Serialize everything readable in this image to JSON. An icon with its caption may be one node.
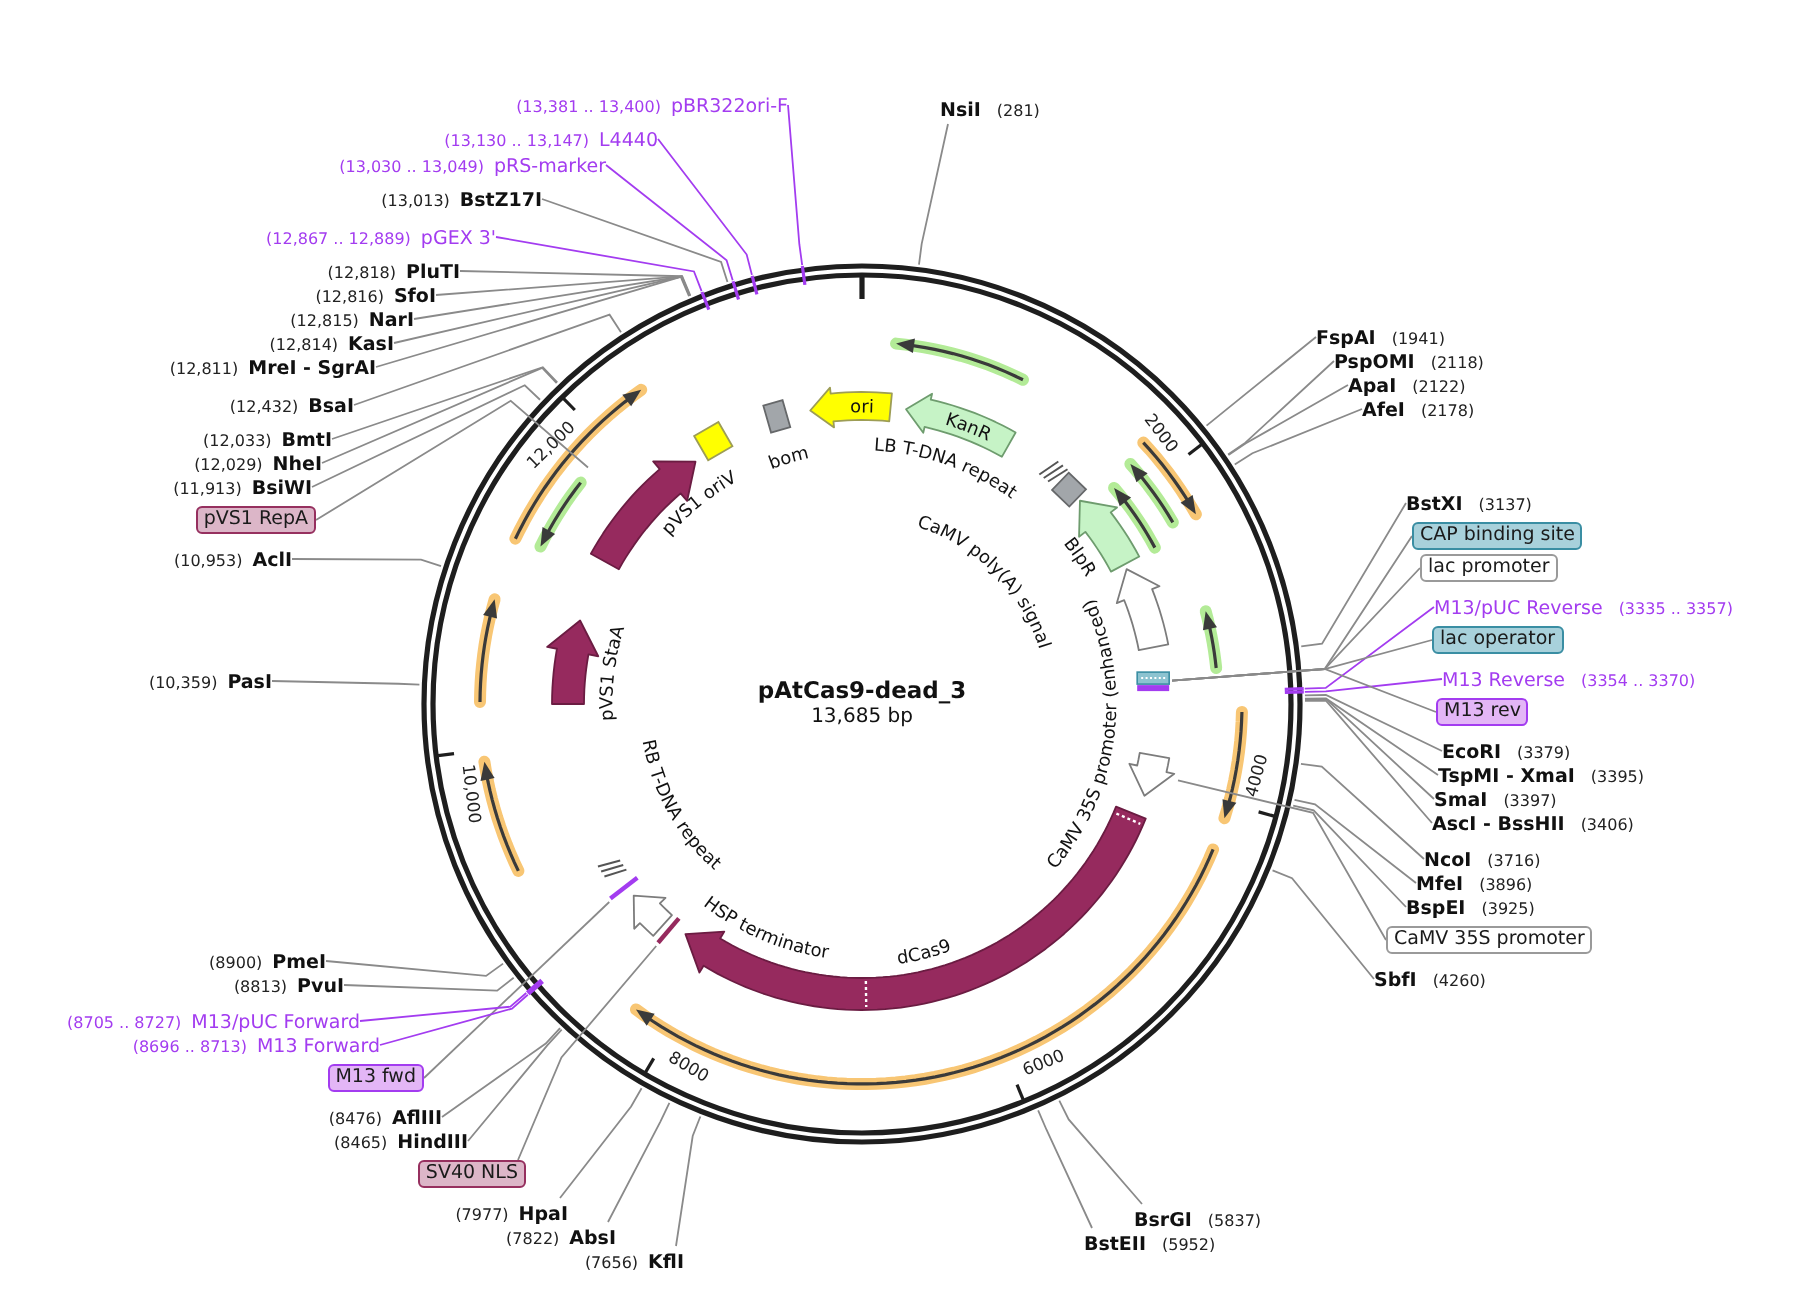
{
  "diagram": {
    "title": "pAtCas9-dead_3",
    "nodes": [
      {
        "text": [
          "NsiI",
          "(281)"
        ]
      },
      {
        "text": [
          "FspAI",
          "(1941)"
        ]
      },
      {
        "text": [
          "PspOMI",
          "(2118)"
        ]
      },
      {
        "text": [
          "ApaI",
          "(2122)"
        ]
      },
      {
        "text": [
          "AfeI",
          "(2178)"
        ]
      },
      {
        "text": [
          "BstXI",
          "(3137)"
        ]
      },
      {
        "text": [
          "CAP binding site"
        ]
      },
      {
        "text": [
          "lac promoter"
        ]
      },
      {
        "text": [
          "M13/pUC Reverse",
          "(3335 .. 3357)"
        ]
      },
      {
        "text": [
          "lac operator"
        ]
      },
      {
        "text": [
          "M13 Reverse",
          "(3354 .. 3370)"
        ]
      },
      {
        "text": [
          "M13 rev"
        ]
      },
      {
        "text": [
          "EcoRI",
          "(3379)"
        ]
      },
      {
        "text": [
          "TspMI - XmaI",
          "(3395)"
        ]
      },
      {
        "text": [
          "SmaI",
          "(3397)"
        ]
      },
      {
        "text": [
          "AscI - BssHII",
          "(3406)"
        ]
      },
      {
        "text": [
          "NcoI",
          "(3716)"
        ]
      },
      {
        "text": [
          "MfeI",
          "(3896)"
        ]
      },
      {
        "text": [
          "BspEI",
          "(3925)"
        ]
      },
      {
        "text": [
          "CaMV 35S promoter"
        ]
      },
      {
        "text": [
          "SbfI",
          "(4260)"
        ]
      },
      {
        "text": [
          "BsrGI",
          "(5837)"
        ]
      },
      {
        "text": [
          "BstEII",
          "(5952)"
        ]
      },
      {
        "text": [
          "(7656)",
          "KflI"
        ]
      },
      {
        "text": [
          "(7822)",
          "AbsI"
        ]
      },
      {
        "text": [
          "(7977)",
          "HpaI"
        ]
      },
      {
        "text": [
          "SV40 NLS"
        ]
      },
      {
        "text": [
          "(8465)",
          "HindIII"
        ]
      },
      {
        "text": [
          "(8476)",
          "AflIII"
        ]
      },
      {
        "text": [
          "M13 fwd"
        ]
      },
      {
        "text": [
          "(8696 .. 8713)",
          "M13 Forward"
        ]
      },
      {
        "text": [
          "(8705 .. 8727)",
          "M13/pUC Forward"
        ]
      },
      {
        "text": [
          "(8813)",
          "PvuI"
        ]
      },
      {
        "text": [
          "(8900)",
          "PmeI"
        ]
      },
      {
        "text": [
          "(10,359)",
          "PasI"
        ]
      },
      {
        "text": [
          "(10,953)",
          "AclI"
        ]
      },
      {
        "text": [
          "pVS1 RepA"
        ]
      },
      {
        "text": [
          "(11,913)",
          "BsiWI"
        ]
      },
      {
        "text": [
          "(12,029)",
          "NheI"
        ]
      },
      {
        "text": [
          "(12,033)",
          "BmtI"
        ]
      },
      {
        "text": [
          "(12,432)",
          "BsaI"
        ]
      },
      {
        "text": [
          "(12,811)",
          "MreI - SgrAI"
        ]
      },
      {
        "text": [
          "(12,814)",
          "KasI"
        ]
      },
      {
        "text": [
          "(12,815)",
          "NarI"
        ]
      },
      {
        "text": [
          "(12,816)",
          "SfoI"
        ]
      },
      {
        "text": [
          "(12,818)",
          "PluTI"
        ]
      },
      {
        "text": [
          "(12,867 .. 12,889)",
          "pGEX 3'"
        ]
      },
      {
        "text": [
          "(13,013)",
          "BstZ17I"
        ]
      },
      {
        "text": [
          "(13,030 .. 13,049)",
          "pRS-marker"
        ]
      },
      {
        "text": [
          "(13,130 .. 13,147)",
          "L4440"
        ]
      },
      {
        "text": [
          "(13,381 .. 13,400)",
          "pBR322ori-F"
        ]
      },
      {
        "text": [
          "ori"
        ]
      },
      {
        "text": [
          "KanR"
        ]
      },
      {
        "text": [
          "LB T-DNA repeat"
        ]
      },
      {
        "text": [
          "CaMV poly(A) signal"
        ]
      },
      {
        "text": [
          "BlpR"
        ]
      },
      {
        "text": [
          "CaMV 35S promoter (enhanced)"
        ]
      },
      {
        "text": [],
        "shape": "box"
      },
      {
        "text": [],
        "shape": "arrow"
      },
      {
        "text": [
          "dCas9"
        ]
      },
      {
        "text": [],
        "shape": "bar"
      },
      {
        "text": [
          "HSP terminator"
        ]
      },
      {
        "text": [],
        "shape": "bar"
      },
      {
        "text": [
          "RB T-DNA repeat"
        ]
      },
      {
        "text": [
          "pVS1 StaA"
        ]
      },
      {
        "text": [],
        "shape": "arrow"
      },
      {
        "text": [
          "pVS1 oriV"
        ]
      },
      {
        "text": [
          "bom"
        ]
      }
    ],
    "edges": [
      {
        "from": 0,
        "to": null,
        "arrow": "none"
      },
      {
        "from": 1,
        "to": null,
        "arrow": "none"
      },
      {
        "from": 2,
        "to": null,
        "arrow": "none"
      },
      {
        "from": 3,
        "to": null,
        "arrow": "none"
      },
      {
        "from": 4,
        "to": null,
        "arrow": "none"
      },
      {
        "from": 5,
        "to": null,
        "arrow": "none"
      },
      {
        "from": 6,
        "to": 57,
        "arrow": "none"
      },
      {
        "from": 7,
        "to": 57,
        "arrow": "none"
      },
      {
        "from": 8,
        "to": null,
        "arrow": "none",
        "color": "#a33cf0"
      },
      {
        "from": 9,
        "to": 57,
        "arrow": "none"
      },
      {
        "from": 10,
        "to": null,
        "arrow": "none",
        "color": "#a33cf0"
      },
      {
        "from": 11,
        "to": 57,
        "arrow": "none"
      },
      {
        "from": 12,
        "to": null,
        "arrow": "none"
      },
      {
        "from": 13,
        "to": null,
        "arrow": "none"
      },
      {
        "from": 14,
        "to": null,
        "arrow": "none"
      },
      {
        "from": 15,
        "to": null,
        "arrow": "none"
      },
      {
        "from": 16,
        "to": null,
        "arrow": "none"
      },
      {
        "from": 17,
        "to": null,
        "arrow": "none"
      },
      {
        "from": 18,
        "to": null,
        "arrow": "none"
      },
      {
        "from": 19,
        "to": 58,
        "arrow": "none"
      },
      {
        "from": 20,
        "to": null,
        "arrow": "none"
      },
      {
        "from": 21,
        "to": null,
        "arrow": "none"
      },
      {
        "from": 22,
        "to": null,
        "arrow": "none"
      },
      {
        "from": 23,
        "to": null,
        "arrow": "none"
      },
      {
        "from": 24,
        "to": null,
        "arrow": "none"
      },
      {
        "from": 25,
        "to": null,
        "arrow": "none"
      },
      {
        "from": 26,
        "to": 60,
        "arrow": "none"
      },
      {
        "from": 27,
        "to": null,
        "arrow": "none"
      },
      {
        "from": 28,
        "to": null,
        "arrow": "none"
      },
      {
        "from": 29,
        "to": 62,
        "arrow": "none"
      },
      {
        "from": 30,
        "to": null,
        "arrow": "none",
        "color": "#a33cf0"
      },
      {
        "from": 31,
        "to": null,
        "arrow": "none",
        "color": "#a33cf0"
      },
      {
        "from": 32,
        "to": null,
        "arrow": "none"
      },
      {
        "from": 33,
        "to": null,
        "arrow": "none"
      },
      {
        "from": 34,
        "to": null,
        "arrow": "none"
      },
      {
        "from": 35,
        "to": null,
        "arrow": "none"
      },
      {
        "from": 36,
        "to": 65,
        "arrow": "none"
      },
      {
        "from": 37,
        "to": null,
        "arrow": "none"
      },
      {
        "from": 38,
        "to": null,
        "arrow": "none"
      },
      {
        "from": 39,
        "to": null,
        "arrow": "none"
      },
      {
        "from": 40,
        "to": null,
        "arrow": "none"
      },
      {
        "from": 41,
        "to": null,
        "arrow": "none"
      },
      {
        "from": 42,
        "to": null,
        "arrow": "none"
      },
      {
        "from": 43,
        "to": null,
        "arrow": "none"
      },
      {
        "from": 44,
        "to": null,
        "arrow": "none"
      },
      {
        "from": 45,
        "to": null,
        "arrow": "none"
      },
      {
        "from": 46,
        "to": null,
        "arrow": "none",
        "color": "#a33cf0"
      },
      {
        "from": 47,
        "to": null,
        "arrow": "none"
      },
      {
        "from": 48,
        "to": null,
        "arrow": "none",
        "color": "#a33cf0"
      },
      {
        "from": 49,
        "to": null,
        "arrow": "none",
        "color": "#a33cf0"
      },
      {
        "from": 50,
        "to": null,
        "arrow": "none",
        "color": "#a33cf0"
      }
    ],
    "labels": [
      "13,685 bp",
      "2000",
      "4000",
      "6000",
      "8000",
      "10,000",
      "12,000"
    ]
  }
}
